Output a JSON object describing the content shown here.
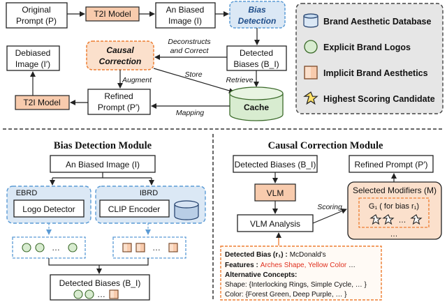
{
  "colors": {
    "blue_dash": "#5b9bd5",
    "blue_fill": "#dbe8f5",
    "orange_dash": "#ed7d31",
    "orange_fill": "#fbe0cc",
    "green_fill": "#d8ecd0",
    "green_stroke": "#70ad47",
    "peach": "#f8cbad",
    "legend_bg": "#e6e6e6",
    "red_text": "#e0301e"
  },
  "top": {
    "original_prompt": [
      "Original",
      "Prompt (P)"
    ],
    "t2i_model": "T2I Model",
    "biased_image": [
      "An Biased",
      "Image (I)"
    ],
    "bias_detection": [
      "Bias",
      "Detection"
    ],
    "detected_biases": [
      "Detected",
      "Biases (B_I)"
    ],
    "causal_correction": [
      "Causal",
      "Correction"
    ],
    "debiased_image": [
      "Debiased",
      "Image (I′)"
    ],
    "refined_prompt": [
      "Refined",
      "Prompt (P′)"
    ],
    "t2i_model_2": "T2I Model",
    "cache": "Cache",
    "deconstructs": [
      "Deconstructs",
      "and Correct"
    ],
    "store": "Store",
    "augment": "Augment",
    "retrieve": "Retrieve",
    "mapping": "Mapping"
  },
  "legend": {
    "items": [
      {
        "icon": "database-icon",
        "label": "Brand Aesthetic Database"
      },
      {
        "icon": "green-circle-icon",
        "label": "Explicit Brand Logos"
      },
      {
        "icon": "orange-square-icon",
        "label": "Implicit Brand Aesthetics"
      },
      {
        "icon": "star-icon",
        "label": "Highest Scoring Candidate"
      }
    ]
  },
  "bias_module": {
    "title": "Bias Detection Module",
    "input": "An Biased Image (I)",
    "ebrd": "EBRD",
    "ibrd": "IBRD",
    "logo_detector": "Logo Detector",
    "clip_encoder": "CLIP Encoder",
    "ellipsis": "…",
    "output": "Detected Biases (B_I)"
  },
  "causal_module": {
    "title": "Causal Correction Module",
    "detected_biases": "Detected Biases (B_I)",
    "refined_prompt": "Refined Prompt (P′)",
    "vlm": "VLM",
    "vlm_analysis": "VLM Analysis",
    "scoring": "Scoring",
    "selected_modifiers": "Selected Modifiers (M)",
    "group_label": "G₁ ( for bias r₁)",
    "ellipsis": "…",
    "detail": {
      "bias_label": "Detected Bias (r₁) :",
      "bias_value": "McDonald's",
      "features_label": "Features :",
      "features_value": "Arches Shape, Yellow Color",
      "features_tail": " …",
      "alt_label": "Alternative Concepts:",
      "shape_line": "Shape: {Interlocking Rings, Simple Cycle, … }",
      "color_line": "Color: {Forest Green, Deep Purple, … }"
    }
  }
}
